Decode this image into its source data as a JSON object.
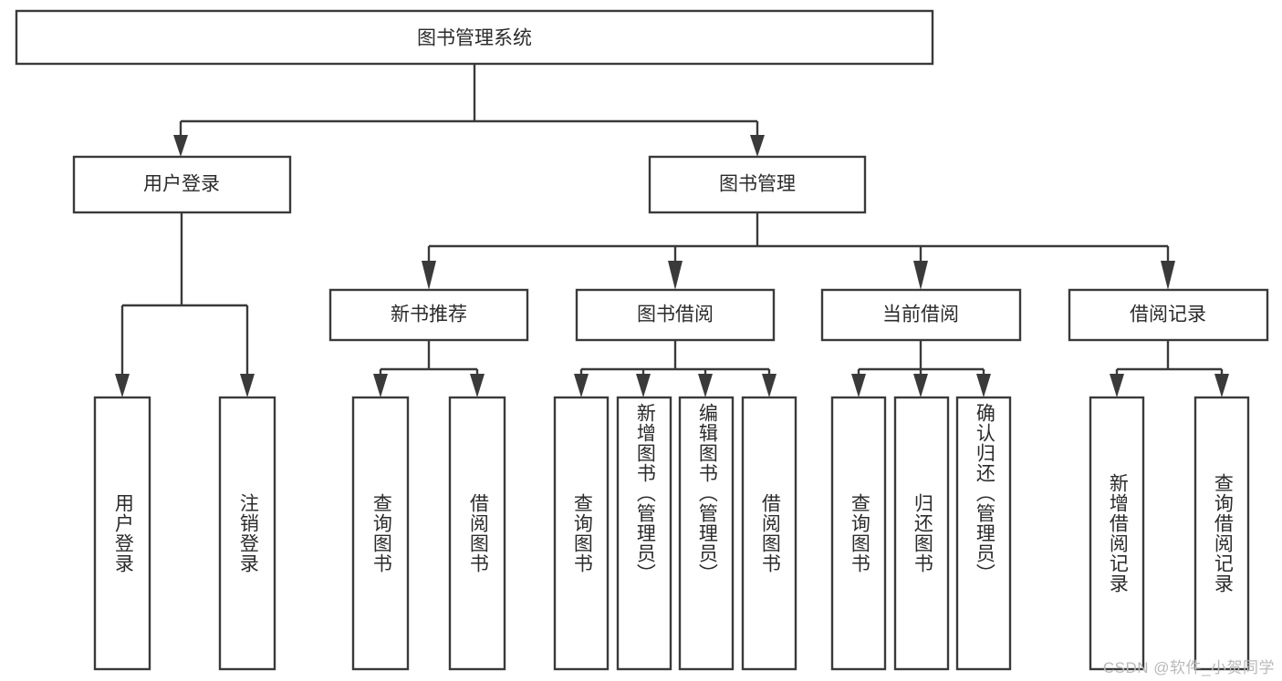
{
  "diagram": {
    "type": "hierarchy-tree",
    "title_node": {
      "label": "图书管理系统"
    },
    "level2": [
      {
        "label": "用户登录"
      },
      {
        "label": "图书管理"
      }
    ],
    "level3": [
      {
        "label": "新书推荐"
      },
      {
        "label": "图书借阅"
      },
      {
        "label": "当前借阅"
      },
      {
        "label": "借阅记录"
      }
    ],
    "leaves": [
      {
        "label": "用户登录",
        "parent": "用户登录"
      },
      {
        "label": "注销登录",
        "parent": "用户登录"
      },
      {
        "label": "查询图书",
        "parent": "新书推荐"
      },
      {
        "label": "借阅图书",
        "parent": "新书推荐"
      },
      {
        "label": "查询图书",
        "parent": "图书借阅"
      },
      {
        "label": "新增图书（管理员）",
        "parent": "图书借阅"
      },
      {
        "label": "编辑图书（管理员）",
        "parent": "图书借阅"
      },
      {
        "label": "借阅图书",
        "parent": "图书借阅"
      },
      {
        "label": "查询图书",
        "parent": "当前借阅"
      },
      {
        "label": "归还图书",
        "parent": "当前借阅"
      },
      {
        "label": "确认归还（管理员）",
        "parent": "当前借阅"
      },
      {
        "label": "新增借阅记录",
        "parent": "借阅记录"
      },
      {
        "label": "查询借阅记录",
        "parent": "借阅记录"
      }
    ],
    "watermark": "CSDN @软件_小贺同学",
    "colors": {
      "box_stroke": "#3a3a3a",
      "box_fill": "#ffffff",
      "text": "#2b2b2b",
      "watermark": "#b9b9b9",
      "background": "#ffffff"
    }
  }
}
